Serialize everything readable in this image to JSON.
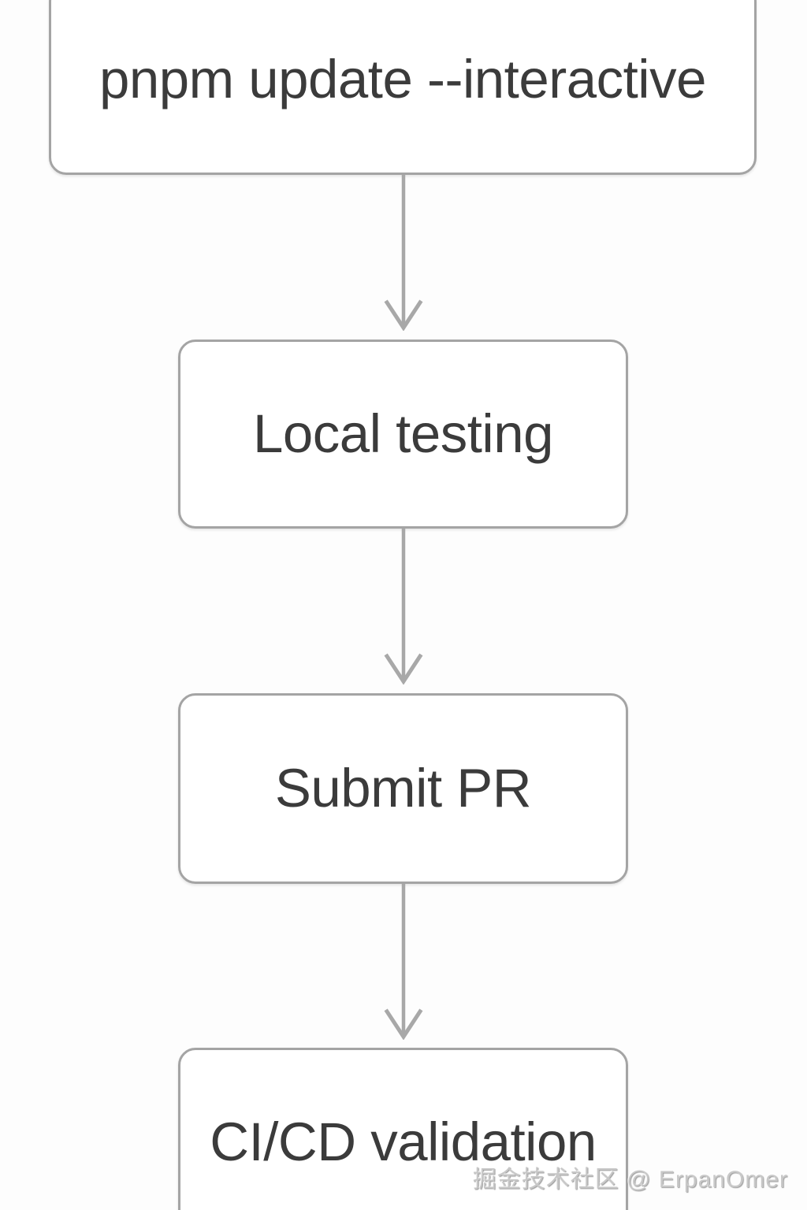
{
  "diagram": {
    "type": "flowchart",
    "direction": "top-down",
    "nodes": [
      {
        "id": "step-1",
        "label": "pnpm update --interactive"
      },
      {
        "id": "step-2",
        "label": "Local testing"
      },
      {
        "id": "step-3",
        "label": "Submit PR"
      },
      {
        "id": "step-4",
        "label": "CI/CD validation"
      }
    ],
    "edges": [
      {
        "from": "step-1",
        "to": "step-2",
        "style": "arrow-down"
      },
      {
        "from": "step-2",
        "to": "step-3",
        "style": "arrow-down"
      },
      {
        "from": "step-3",
        "to": "step-4",
        "style": "arrow-down"
      }
    ]
  },
  "watermark": {
    "text": "掘金技术社区 @ ErpanOmer"
  },
  "colors": {
    "background": "#fdfdfd",
    "node_fill": "#ffffff",
    "node_border": "#a4a4a4",
    "node_text": "#3b3b3b",
    "arrow": "#a8a8a8",
    "watermark_text": "#c8c8c8"
  }
}
